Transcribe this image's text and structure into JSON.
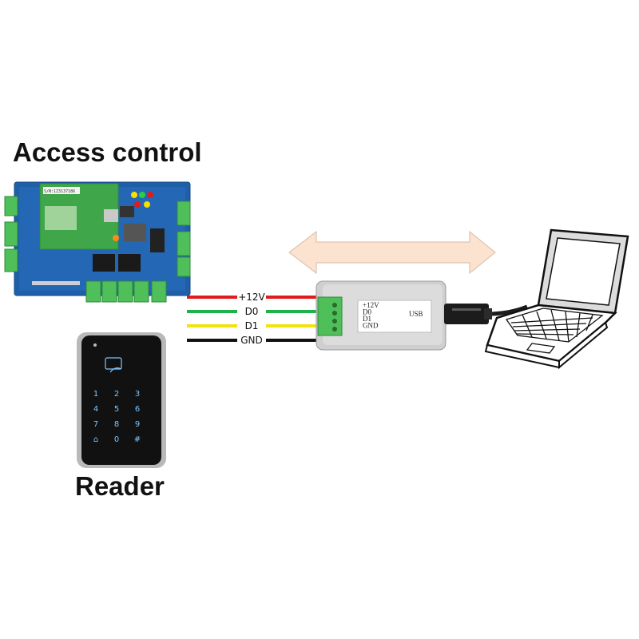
{
  "headings": {
    "access_control": "Access control",
    "reader": "Reader"
  },
  "wires": [
    {
      "label": "+12V",
      "color": "#e01b1b"
    },
    {
      "label": "D0",
      "color": "#1fb24a"
    },
    {
      "label": "D1",
      "color": "#f2e40a"
    },
    {
      "label": "GND",
      "color": "#111111"
    }
  ],
  "adapter": {
    "pins": [
      "+12V",
      "D0",
      "D1",
      "GND"
    ],
    "port_label": "USB"
  },
  "controller": {
    "serial_label": "S/N:1Z3137186"
  },
  "keypad": {
    "keys": [
      "1",
      "2",
      "3",
      "4",
      "5",
      "6",
      "7",
      "8",
      "9",
      "⌂",
      "0",
      "#"
    ]
  },
  "colors": {
    "pcb_blue": "#1f5fa8",
    "pcb_green": "#3fa74a",
    "terminal_green": "#4fbf5a",
    "arrow_fill": "#fbe3d0",
    "adapter_body": "#cfcfcf"
  }
}
